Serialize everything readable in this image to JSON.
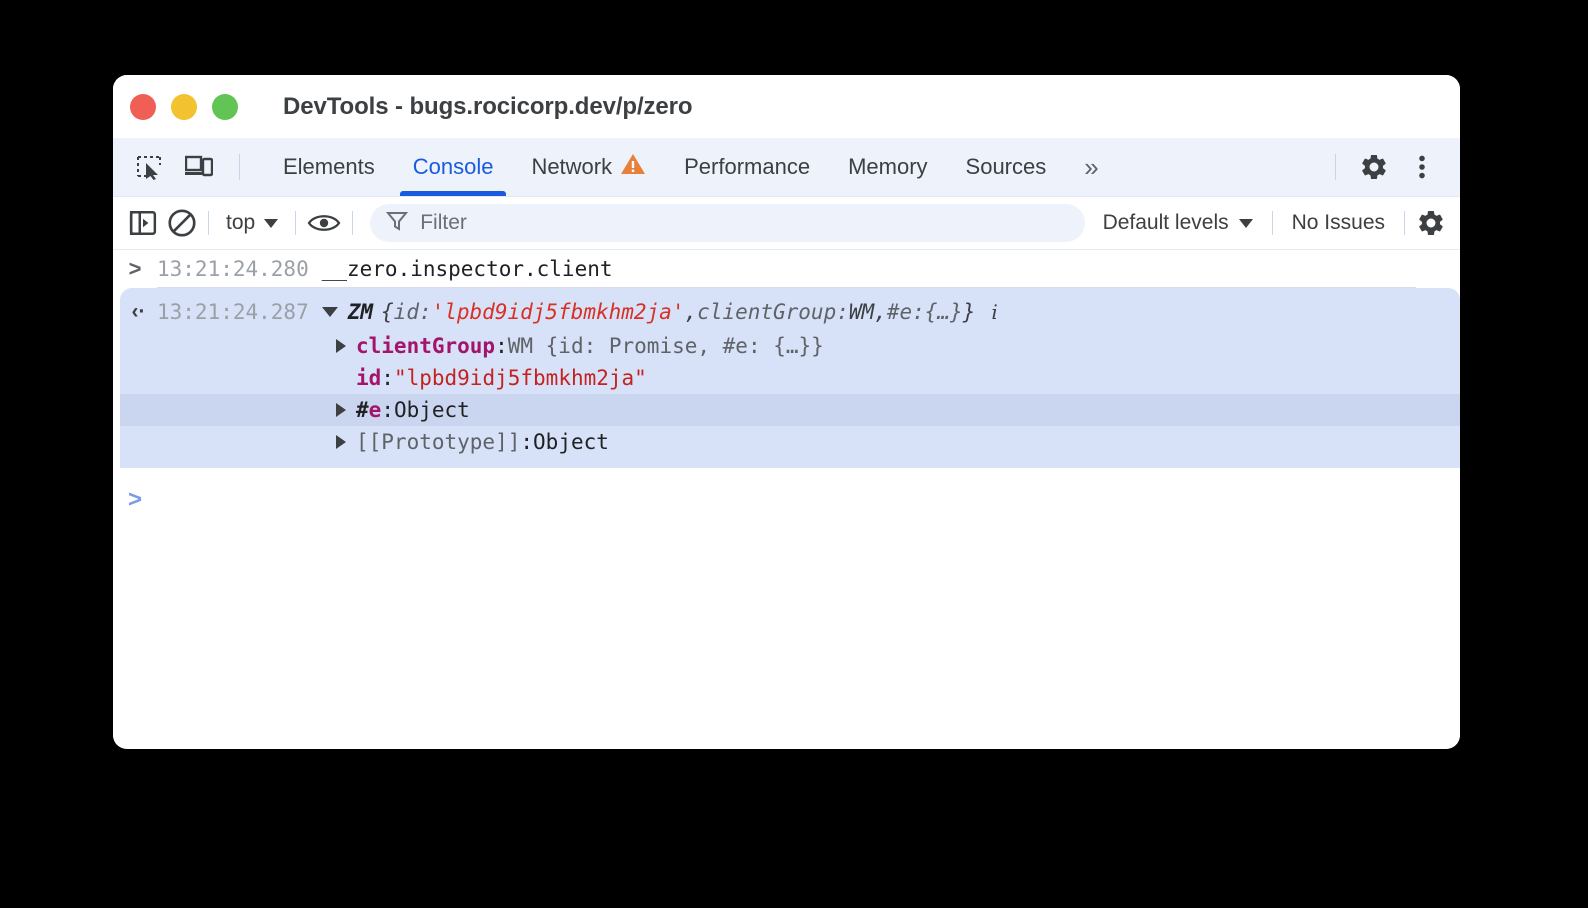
{
  "window": {
    "title": "DevTools - bugs.rocicorp.dev/p/zero",
    "traffic_lights": [
      "close-red",
      "minimize-yellow",
      "zoom-green"
    ],
    "colors": {
      "red": "#ef5f56",
      "yellow": "#f2c231",
      "green": "#61c454",
      "accent_blue": "#1a5ae0",
      "selection_blue": "#d7e2f8",
      "hover_blue": "#cad6ef",
      "warning_orange": "#e8803a",
      "string_red": "#d93025",
      "property_magenta": "#a3156b"
    }
  },
  "tabbar": {
    "left_icons": [
      {
        "name": "inspect-element-icon",
        "label": "Inspect element"
      },
      {
        "name": "device-toolbar-icon",
        "label": "Toggle device toolbar"
      }
    ],
    "tabs": [
      {
        "label": "Elements",
        "active": false,
        "badge": null
      },
      {
        "label": "Console",
        "active": true,
        "badge": null
      },
      {
        "label": "Network",
        "active": false,
        "badge": "warning"
      },
      {
        "label": "Performance",
        "active": false,
        "badge": null
      },
      {
        "label": "Memory",
        "active": false,
        "badge": null
      },
      {
        "label": "Sources",
        "active": false,
        "badge": null
      }
    ],
    "overflow_label": "»",
    "right_icons": [
      {
        "name": "settings-gear-icon",
        "label": "Settings"
      },
      {
        "name": "more-options-icon",
        "label": "Customize and control DevTools"
      }
    ]
  },
  "console_toolbar": {
    "sidebar_toggle": "console-sidebar-icon",
    "clear_console": "clear-console-icon",
    "context": {
      "label": "top",
      "caret": "chevron-down-icon"
    },
    "live_expression": "eye-icon",
    "filter": {
      "icon": "filter-funnel-icon",
      "placeholder": "Filter",
      "value": ""
    },
    "levels": {
      "label": "Default levels",
      "caret": "chevron-down-icon"
    },
    "issues_label": "No Issues",
    "settings_icon": "settings-gear-icon"
  },
  "console": {
    "command": {
      "prompt": ">",
      "timestamp": "13:21:24.280",
      "text": "__zero.inspector.client"
    },
    "result": {
      "return_glyph": "‹·",
      "timestamp": "13:21:24.287",
      "expanded": true,
      "constructor": "ZM",
      "preview": {
        "open_brace": "{",
        "key1": "id: ",
        "value1": "'lpbd9idj5fbmkhm2ja'",
        "sep1": ", ",
        "key2": "clientGroup: ",
        "value2": "WM",
        "sep2": ", ",
        "key3": "#e: ",
        "value3": "{…}",
        "close_brace": "}"
      },
      "info_marker": "i",
      "properties": [
        {
          "expandable": true,
          "name": "clientGroup",
          "name_style": "magenta",
          "separator": ": ",
          "value": "WM {id: Promise, #e: {…}}",
          "value_style": "object",
          "hovered": false
        },
        {
          "expandable": false,
          "name": "id",
          "name_style": "magenta",
          "separator": ": ",
          "value": "\"lpbd9idj5fbmkhm2ja\"",
          "value_style": "string",
          "hovered": false
        },
        {
          "expandable": true,
          "name": "#e",
          "name_style": "magenta-hash",
          "separator": ": ",
          "value": "Object",
          "value_style": "object",
          "hovered": true
        },
        {
          "expandable": true,
          "name": "[[Prototype]]",
          "name_style": "gray",
          "separator": ": ",
          "value": "Object",
          "value_style": "object",
          "hovered": false
        }
      ]
    },
    "prompt": {
      "glyph": ">",
      "value": ""
    }
  }
}
